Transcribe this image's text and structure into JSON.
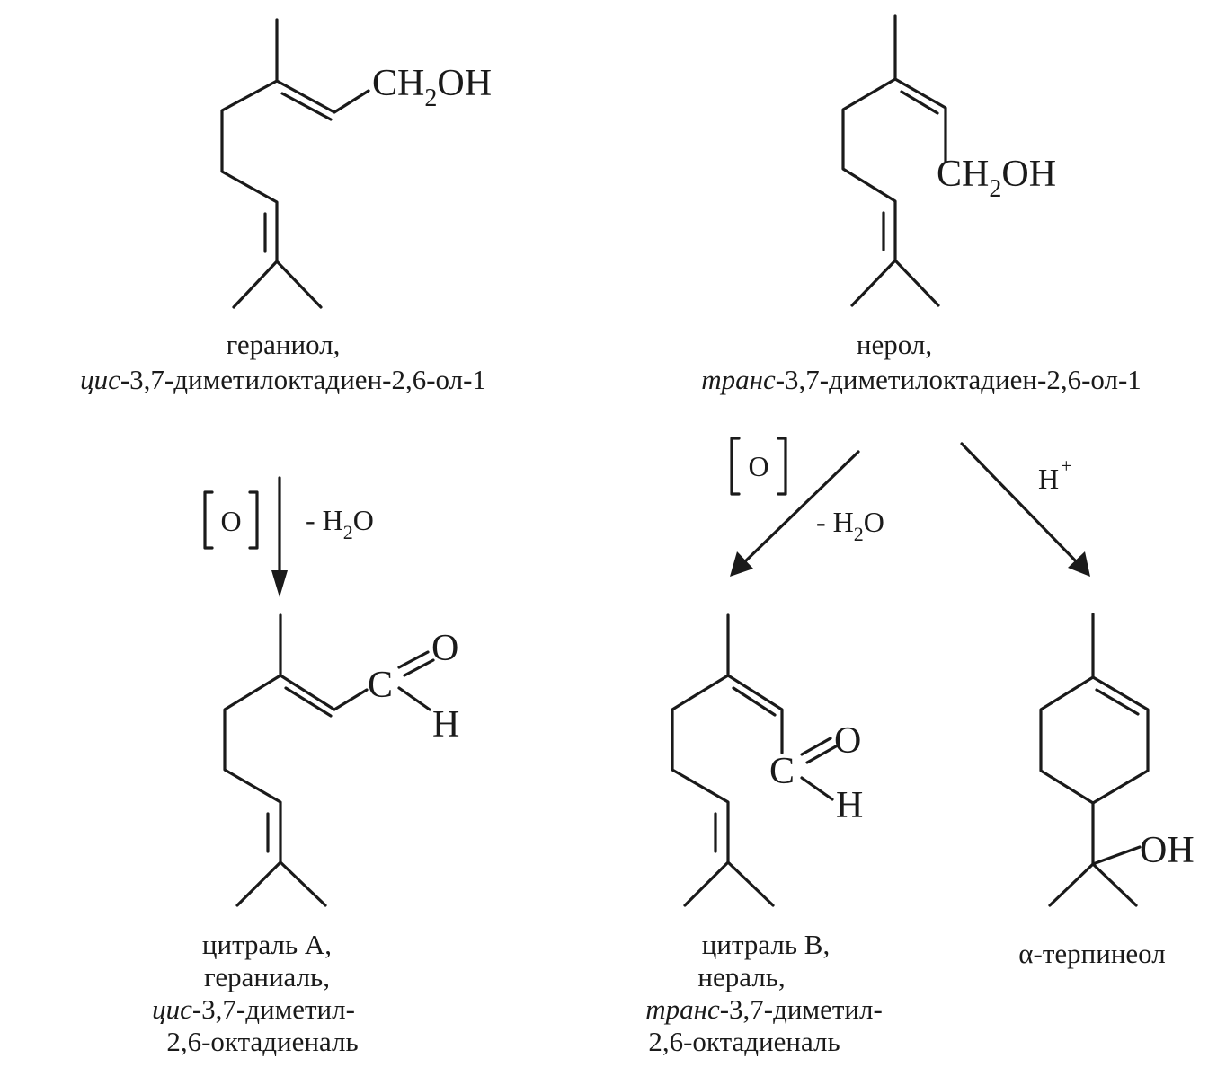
{
  "molecules": {
    "geraniol": {
      "group": "CH2OH",
      "caption": [
        "гераниол,",
        "цис-3,7-диметилоктадиен-2,6-ол-1"
      ]
    },
    "nerol": {
      "group": "CH2OH",
      "caption": [
        "нерол,",
        "транс-3,7-диметилоктадиен-2,6-ол-1"
      ]
    },
    "citral_a": {
      "atoms": {
        "c": "C",
        "o": "O",
        "h": "H"
      },
      "caption": [
        "цитраль А,",
        "гераниаль,",
        "цис-3,7-диметил-",
        "2,6-октадиеналь"
      ]
    },
    "citral_b": {
      "atoms": {
        "c": "C",
        "o": "O",
        "h": "H"
      },
      "caption": [
        "цитраль В,",
        "нераль,",
        "транс-3,7-диметил-",
        "2,6-октадиеналь"
      ]
    },
    "terpineol": {
      "group": "OH",
      "caption": [
        "α-терпинеол"
      ]
    }
  },
  "reagents": {
    "oxidant": "O",
    "water_loss": "- H2O",
    "acid": "H+"
  }
}
